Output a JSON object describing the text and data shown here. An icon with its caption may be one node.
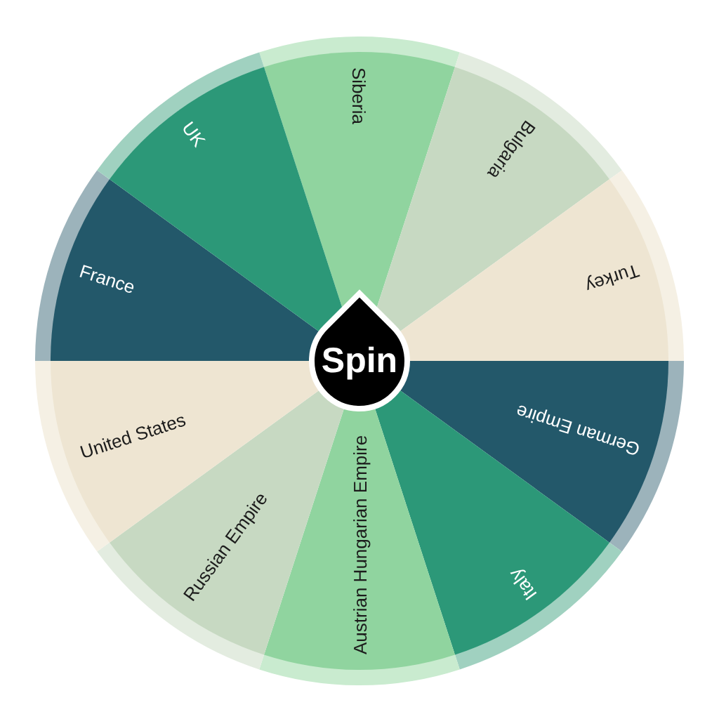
{
  "diagram": {
    "nodes": [
      {
        "text": [
          "Siberia"
        ]
      },
      {
        "text": [
          "Bulgaria"
        ]
      },
      {
        "text": [
          "Turkey"
        ]
      },
      {
        "text": [
          "German Empire"
        ]
      },
      {
        "text": [
          "Italy"
        ]
      },
      {
        "text": [
          "Austrian Hungarian Empire"
        ]
      },
      {
        "text": [
          "Russian Empire"
        ]
      },
      {
        "text": [
          "United States"
        ]
      },
      {
        "text": [
          "France"
        ]
      },
      {
        "text": [
          "UK"
        ]
      },
      {
        "text": [
          "Spin"
        ]
      }
    ]
  }
}
